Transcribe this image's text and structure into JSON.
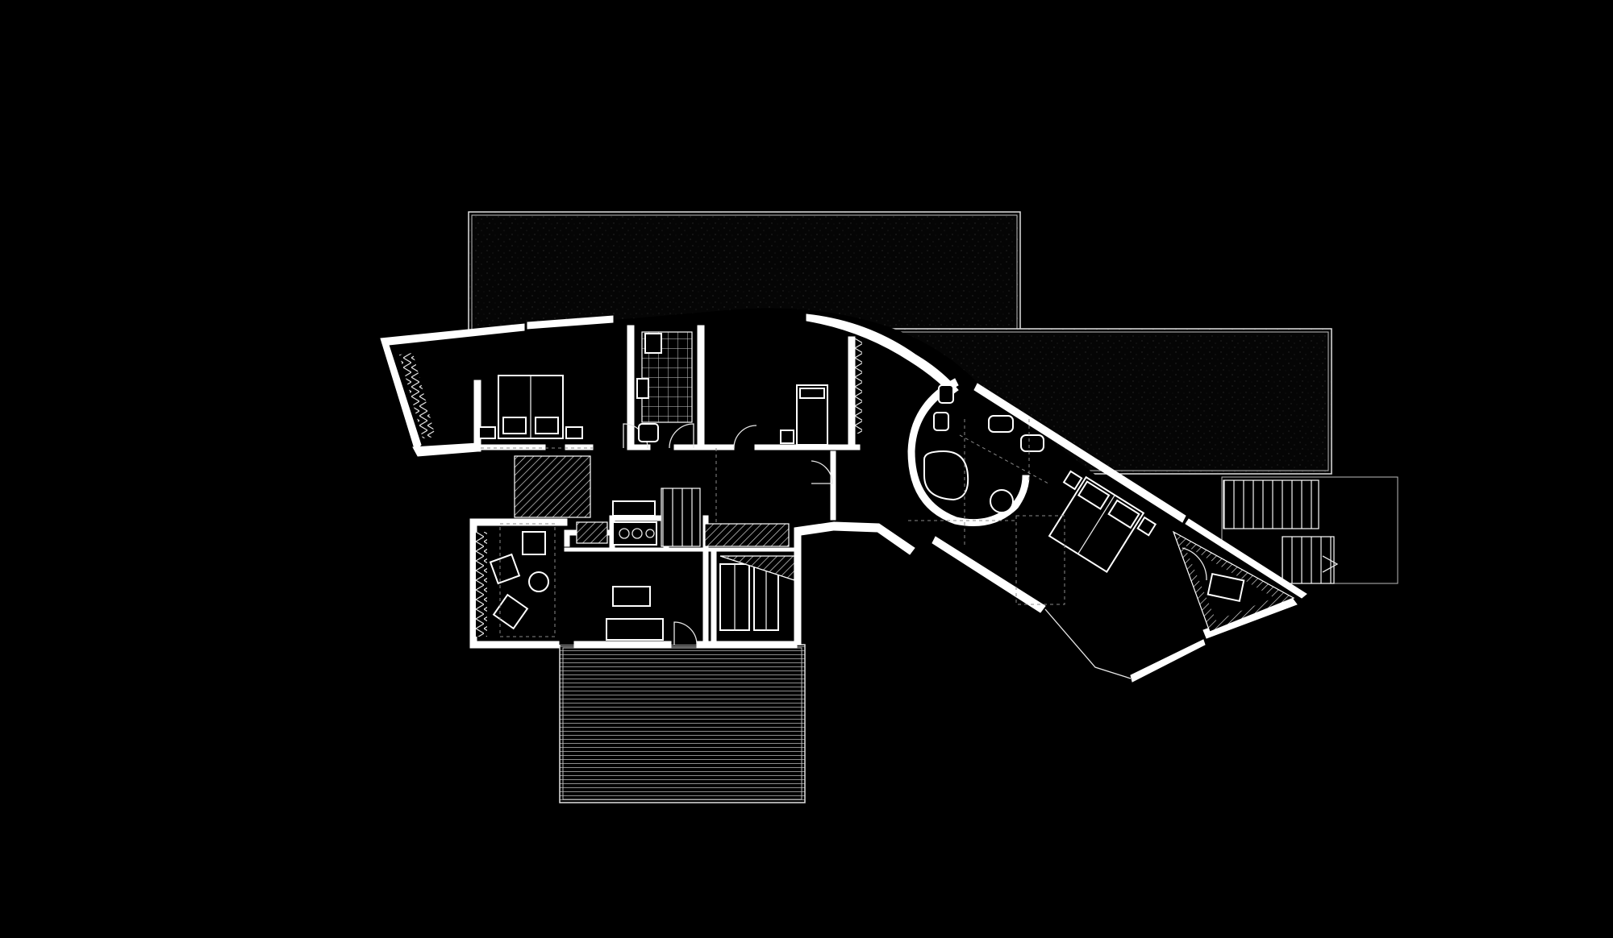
{
  "drawing": {
    "type": "architectural floor plan",
    "style": "white linework on black background",
    "colors": {
      "background": "#000000",
      "walls": "#ffffff",
      "lines": "#e6e6e6",
      "hidden_lines": "#8a8a8a"
    },
    "zones": [
      "roof-north",
      "roof-east",
      "deck-south",
      "external-stair-east",
      "bedroom-west",
      "bathroom-central",
      "bedroom-central",
      "corridor",
      "main-staircase",
      "living-room",
      "kitchen",
      "master-bedroom",
      "master-bathroom",
      "sunroom-east"
    ]
  }
}
